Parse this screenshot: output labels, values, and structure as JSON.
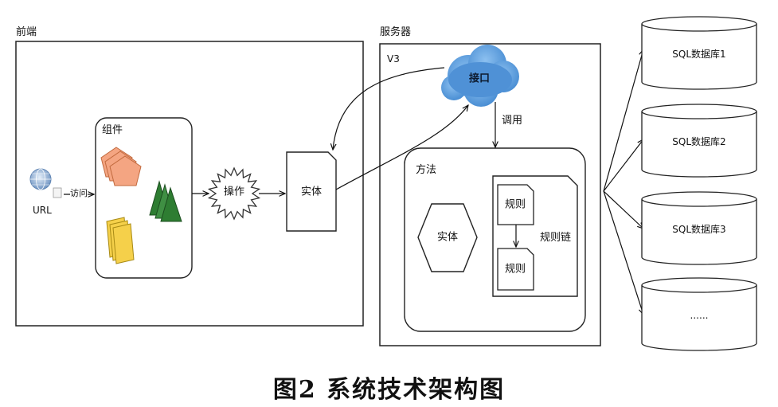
{
  "frontend": {
    "title": "前端",
    "url_label": "URL",
    "visit_label": "访问",
    "component_label": "组件",
    "operation_label": "操作",
    "entity_label": "实体"
  },
  "server": {
    "title": "服务器",
    "version": "V3",
    "interface_label": "接口",
    "call_label": "调用",
    "method_label": "方法",
    "entity_label": "实体",
    "rule_1": "规则",
    "rule_2": "规则",
    "rule_chain_label": "规则链"
  },
  "databases": [
    "SQL数据库1",
    "SQL数据库2",
    "SQL数据库3",
    "......"
  ],
  "caption": "图2  系统技术架构图",
  "colors": {
    "cloud": "#5b9bd5",
    "pentagon": "#f4a582",
    "triangle": "#2e7d32",
    "note": "#f5d04a",
    "globe": "#9ab8d8"
  }
}
